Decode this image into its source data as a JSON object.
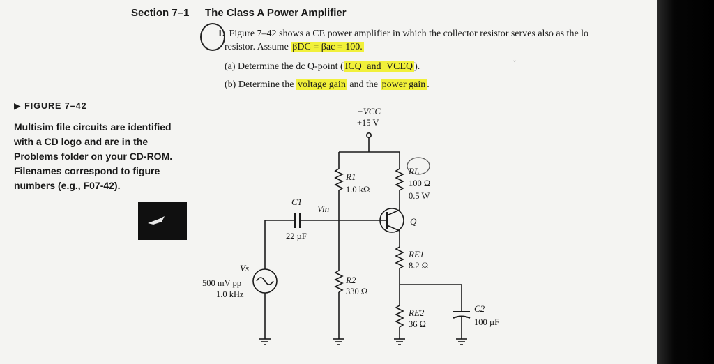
{
  "header": {
    "section_label": "Section 7–1",
    "section_title": "The Class A Power Amplifier"
  },
  "problem": {
    "number": "1.",
    "line1": "Figure 7–42 shows a CE power amplifier in which the collector resistor serves also as the lo",
    "line2_prefix": "resistor. Assume ",
    "line2_beta": "βDC = βac = 100.",
    "part_a_prefix": "(a) Determine the dc Q-point (",
    "part_a_icq": "ICQ",
    "part_a_and": " and ",
    "part_a_vceq": "VCEQ",
    "part_a_suffix": ").",
    "part_b_prefix": "(b) Determine the ",
    "part_b_vgain": "voltage gain",
    "part_b_mid": " and the ",
    "part_b_pgain": "power gain",
    "part_b_suffix": "."
  },
  "figure": {
    "label": "FIGURE 7–42",
    "caption": "Multisim file circuits are identified with a CD logo and are in the Problems folder on your CD-ROM. Filenames correspond to figure numbers (e.g., F07-42)."
  },
  "circuit": {
    "vcc_label": "+VCC",
    "vcc_value": "+15 V",
    "r1_label": "R1",
    "r1_value": "1.0 kΩ",
    "rl_label": "RL",
    "rl_value": "100 Ω",
    "rl_power": "0.5 W",
    "c1_label": "C1",
    "c1_value": "22 µF",
    "vin_label": "Vin",
    "q_label": "Q",
    "re1_label": "RE1",
    "re1_value": "8.2 Ω",
    "vs_label": "Vs",
    "vs_value1": "500 mV pp",
    "vs_value2": "1.0 kHz",
    "r2_label": "R2",
    "r2_value": "330 Ω",
    "re2_label": "RE2",
    "re2_value": "36 Ω",
    "c2_label": "C2",
    "c2_value": "100 µF"
  }
}
